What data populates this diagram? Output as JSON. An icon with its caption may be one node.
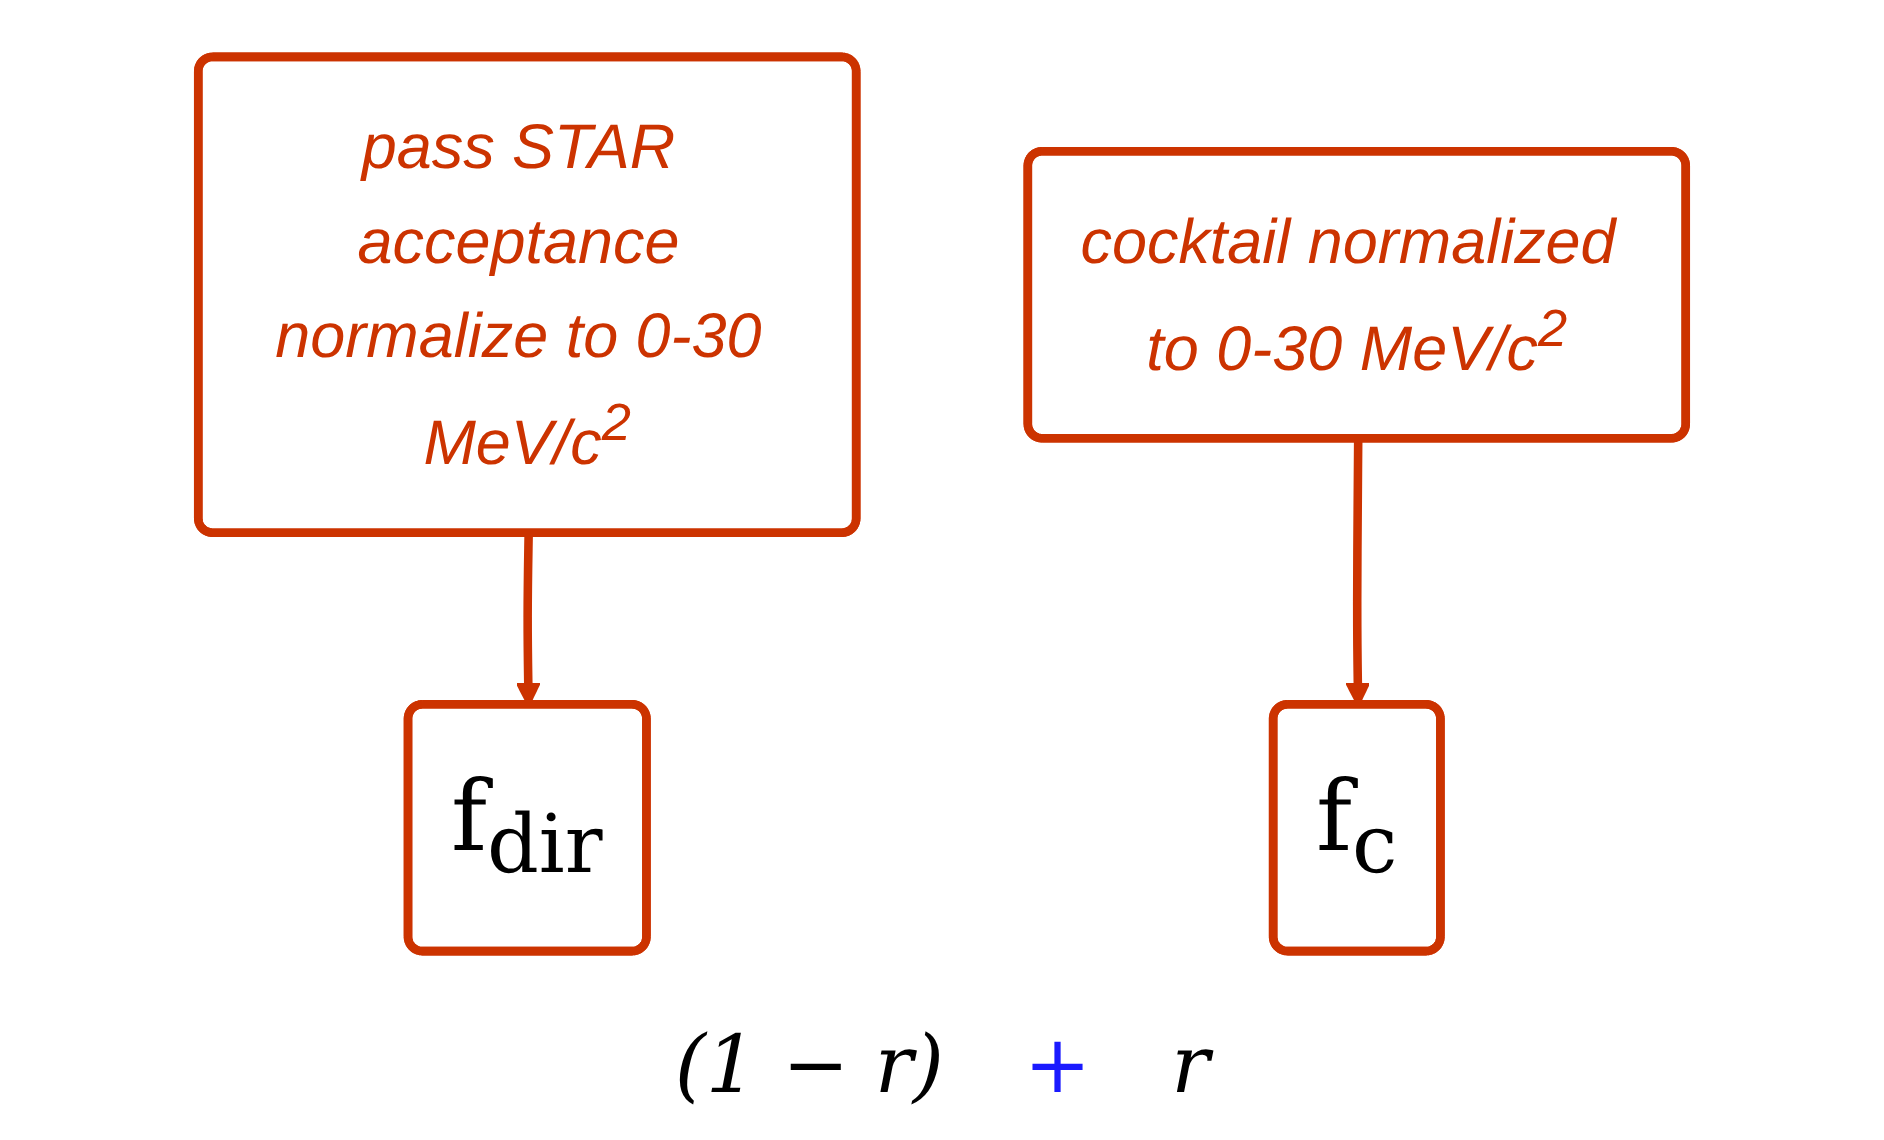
{
  "diagram": {
    "nodes": [
      {
        "text": [
          "pass STAR acceptance normalize to 0-30 MeV/c$^{2}$"
        ]
      },
      {
        "text": [
          "cocktail normalized to 0-30 MeV/c$^{2}$"
        ]
      },
      {
        "text": [
          "f$_{c}$"
        ]
      },
      {
        "text": [
          "f$_{dir}$"
        ]
      }
    ],
    "edges": [
      {
        "from": 1,
        "to": 2,
        "arrow": "to"
      },
      {
        "from": 0,
        "to": 3,
        "arrow": "to"
      }
    ],
    "labels": [
      "(1 − r)",
      "+",
      "r"
    ]
  }
}
